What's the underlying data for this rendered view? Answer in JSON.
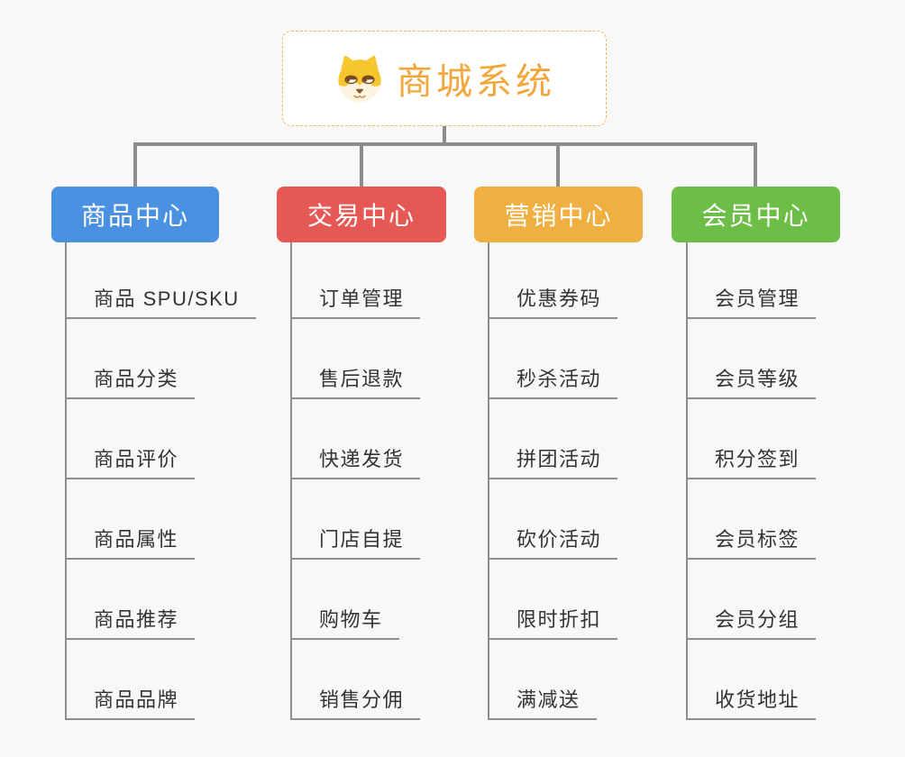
{
  "page": {
    "background_color": "#F8F8F8",
    "connector_color": "#8C8C8C",
    "leaf_line_color": "#8E8E8E",
    "leaf_text_color": "#333333"
  },
  "root_node": {
    "title": "商城系统",
    "icon": "shiba-dog-icon",
    "accent_color": "#F2A63B",
    "border_color": "#F2B45C",
    "background_color": "#FFFFFF"
  },
  "branches": [
    {
      "label": "商品中心",
      "color": "#4B91E2",
      "items": [
        "商品 SPU/SKU",
        "商品分类",
        "商品评价",
        "商品属性",
        "商品推荐",
        "商品品牌"
      ]
    },
    {
      "label": "交易中心",
      "color": "#E65854",
      "items": [
        "订单管理",
        "售后退款",
        "快递发货",
        "门店自提",
        "购物车",
        "销售分佣"
      ]
    },
    {
      "label": "营销中心",
      "color": "#EFAF41",
      "items": [
        "优惠券码",
        "秒杀活动",
        "拼团活动",
        "砍价活动",
        "限时折扣",
        "满减送"
      ]
    },
    {
      "label": "会员中心",
      "color": "#6CBE46",
      "items": [
        "会员管理",
        "会员等级",
        "积分签到",
        "会员标签",
        "会员分组",
        "收货地址"
      ]
    }
  ]
}
